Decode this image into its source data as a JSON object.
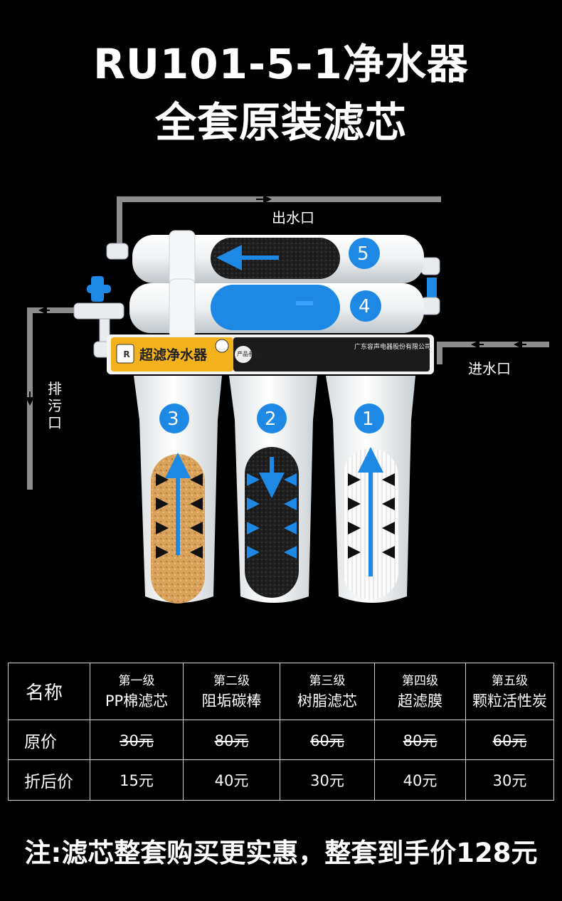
{
  "header": {
    "title_line1": "RU101-5-1净水器",
    "title_line2": "全套原装滤芯"
  },
  "diagram": {
    "outlet_label": "出水口",
    "inlet_label": "进水口",
    "drain_label": "排污口",
    "brand_label": "超滤净水器",
    "panel_company": "广东容声电器股份有限公司",
    "panel_tag": "产品参数",
    "stage_numbers": [
      "1",
      "2",
      "3",
      "4",
      "5"
    ],
    "colors": {
      "accent_blue": "#1e88e5",
      "brand_yellow": "#f3b11c",
      "pipe_gray": "#8c8c8c",
      "cotton": "#d9a35c",
      "carbon": "#1c1c1c"
    }
  },
  "table": {
    "col_header": "名称",
    "columns": [
      {
        "level": "第一级",
        "name": "PP棉滤芯"
      },
      {
        "level": "第二级",
        "name": "阻垢碳棒"
      },
      {
        "level": "第三级",
        "name": "树脂滤芯"
      },
      {
        "level": "第四级",
        "name": "超滤膜"
      },
      {
        "level": "第五级",
        "name": "颗粒活性炭"
      }
    ],
    "original_label": "原价",
    "original_prices": [
      "30元",
      "80元",
      "60元",
      "80元",
      "60元"
    ],
    "discount_label": "折后价",
    "discount_prices": [
      "15元",
      "40元",
      "30元",
      "40元",
      "30元"
    ]
  },
  "note": "注:滤芯整套购买更实惠，整套到手价128元"
}
